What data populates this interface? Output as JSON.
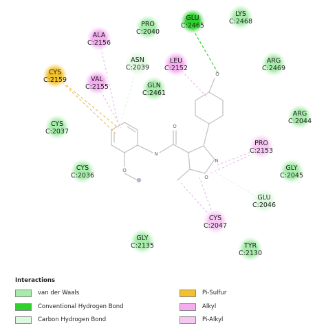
{
  "colors": {
    "van_der_waals": "#a7ecab",
    "conventional_hbond": "#2ed12e",
    "carbon_hbond": "#ddf8df",
    "pi_sulfur": "#f2c12e",
    "alkyl": "#f4aef0",
    "pi_alkyl": "#f5c7f1",
    "bond": "#c4c4c4"
  },
  "residues": [
    {
      "name": "PRO",
      "number": "C:2040",
      "type": "van_der_waals"
    },
    {
      "name": "GLU",
      "number": "C:2465",
      "type": "conventional_hbond"
    },
    {
      "name": "LYS",
      "number": "C:2468",
      "type": "van_der_waals"
    },
    {
      "name": "ALA",
      "number": "C:2156",
      "type": "alkyl"
    },
    {
      "name": "ASN",
      "number": "C:2039",
      "type": "carbon_hbond"
    },
    {
      "name": "LEU",
      "number": "C:2152",
      "type": "alkyl"
    },
    {
      "name": "ARG",
      "number": "C:2469",
      "type": "van_der_waals"
    },
    {
      "name": "CYS",
      "number": "C:2159",
      "type": "pi_sulfur"
    },
    {
      "name": "VAL",
      "number": "C:2155",
      "type": "alkyl"
    },
    {
      "name": "GLN",
      "number": "C:2461",
      "type": "van_der_waals"
    },
    {
      "name": "ARG",
      "number": "C:2044",
      "type": "van_der_waals"
    },
    {
      "name": "CYS",
      "number": "C:2037",
      "type": "van_der_waals"
    },
    {
      "name": "PRO",
      "number": "C:2153",
      "type": "pi_alkyl"
    },
    {
      "name": "CYS",
      "number": "C:2036",
      "type": "van_der_waals"
    },
    {
      "name": "GLY",
      "number": "C:2045",
      "type": "van_der_waals"
    },
    {
      "name": "GLU",
      "number": "C:2046",
      "type": "carbon_hbond"
    },
    {
      "name": "CYS",
      "number": "C:2047",
      "type": "pi_alkyl"
    },
    {
      "name": "GLY",
      "number": "C:2135",
      "type": "van_der_waals"
    },
    {
      "name": "TYR",
      "number": "C:2130",
      "type": "van_der_waals"
    }
  ],
  "ligand_atoms": {
    "o_carbonyl": "O",
    "n_amide": "N",
    "o_methoxy": "O",
    "n_ring": "N",
    "o_ring": "O",
    "o_phenol": "O"
  },
  "legend": {
    "title": "Interactions",
    "items": [
      {
        "label": "van der Waals",
        "type": "van_der_waals"
      },
      {
        "label": "Conventional Hydrogen Bond",
        "type": "conventional_hbond"
      },
      {
        "label": "Carbon Hydrogen Bond",
        "type": "carbon_hbond"
      },
      {
        "label": "Pi-Sulfur",
        "type": "pi_sulfur"
      },
      {
        "label": "Alkyl",
        "type": "alkyl"
      },
      {
        "label": "Pi-Alkyl",
        "type": "pi_alkyl"
      }
    ]
  }
}
